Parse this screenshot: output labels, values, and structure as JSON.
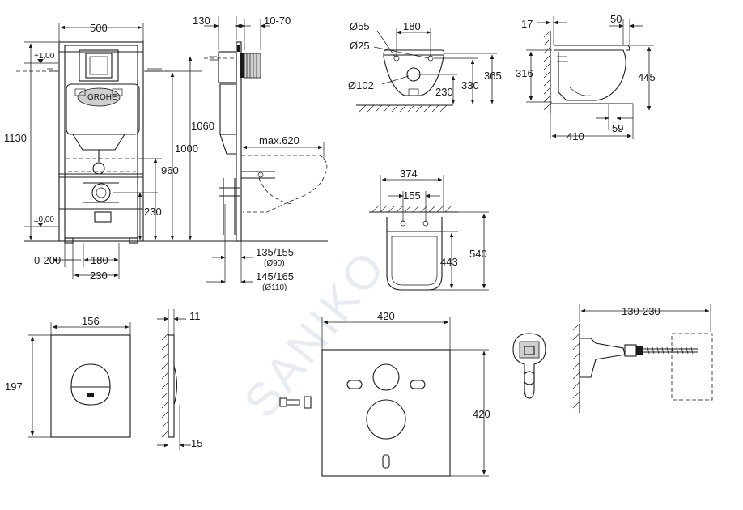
{
  "watermark": "SANIKO",
  "frame": {
    "width": "500",
    "height_total": "1130",
    "level_top": "+1,00",
    "level_floor": "±0,00",
    "brand": "GROHE",
    "h1060": "1060",
    "h1000": "1000",
    "h960": "960",
    "h230": "230",
    "w0_200": "0-200",
    "w180": "180",
    "w230": "230"
  },
  "side": {
    "d130": "130",
    "d10_70": "10-70",
    "max620": "max.620",
    "d135_155": "135/155",
    "d90": "(Ø90)",
    "d145_165": "145/165",
    "d110": "(Ø110)"
  },
  "bowl_front": {
    "d55": "Ø55",
    "d25": "Ø25",
    "d102": "Ø102",
    "w180": "180",
    "h230": "230",
    "h330": "330",
    "h365": "365"
  },
  "bowl_side": {
    "d17": "17",
    "d50": "50",
    "h316": "316",
    "h445": "445",
    "w410": "410",
    "d59": "59"
  },
  "bowl_top": {
    "w374": "374",
    "w155": "155",
    "h443": "443",
    "h540": "540"
  },
  "plate": {
    "w156": "156",
    "h197": "197",
    "d11": "11",
    "d15": "15"
  },
  "pad": {
    "w420": "420",
    "h420": "420"
  },
  "bolt": {
    "len": "130-230"
  }
}
